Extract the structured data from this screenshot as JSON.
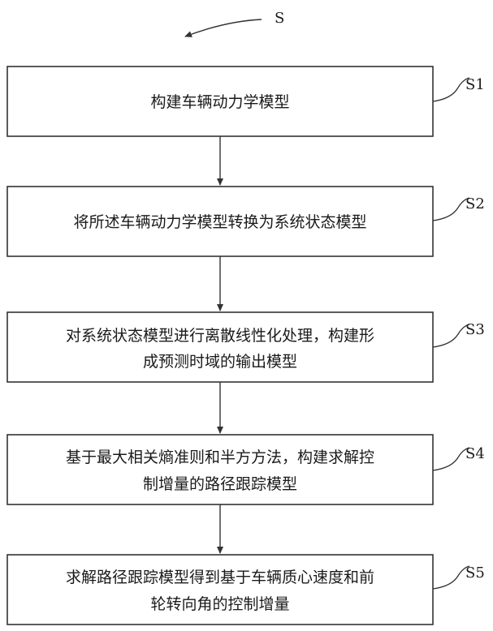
{
  "start_label": "S",
  "steps": [
    {
      "label": "S1",
      "lines": [
        "构建车辆动力学模型"
      ]
    },
    {
      "label": "S2",
      "lines": [
        "将所述车辆动力学模型转换为系统状态模型"
      ]
    },
    {
      "label": "S3",
      "lines": [
        "对系统状态模型进行离散线性化处理，构建形",
        "成预测时域的输出模型"
      ]
    },
    {
      "label": "S4",
      "lines": [
        "基于最大相关熵准则和半方方法，构建求解控",
        "制增量的路径跟踪模型"
      ]
    },
    {
      "label": "S5",
      "lines": [
        "求解路径跟踪模型得到基于车辆质心速度和前",
        "轮转向角的控制增量"
      ]
    }
  ]
}
